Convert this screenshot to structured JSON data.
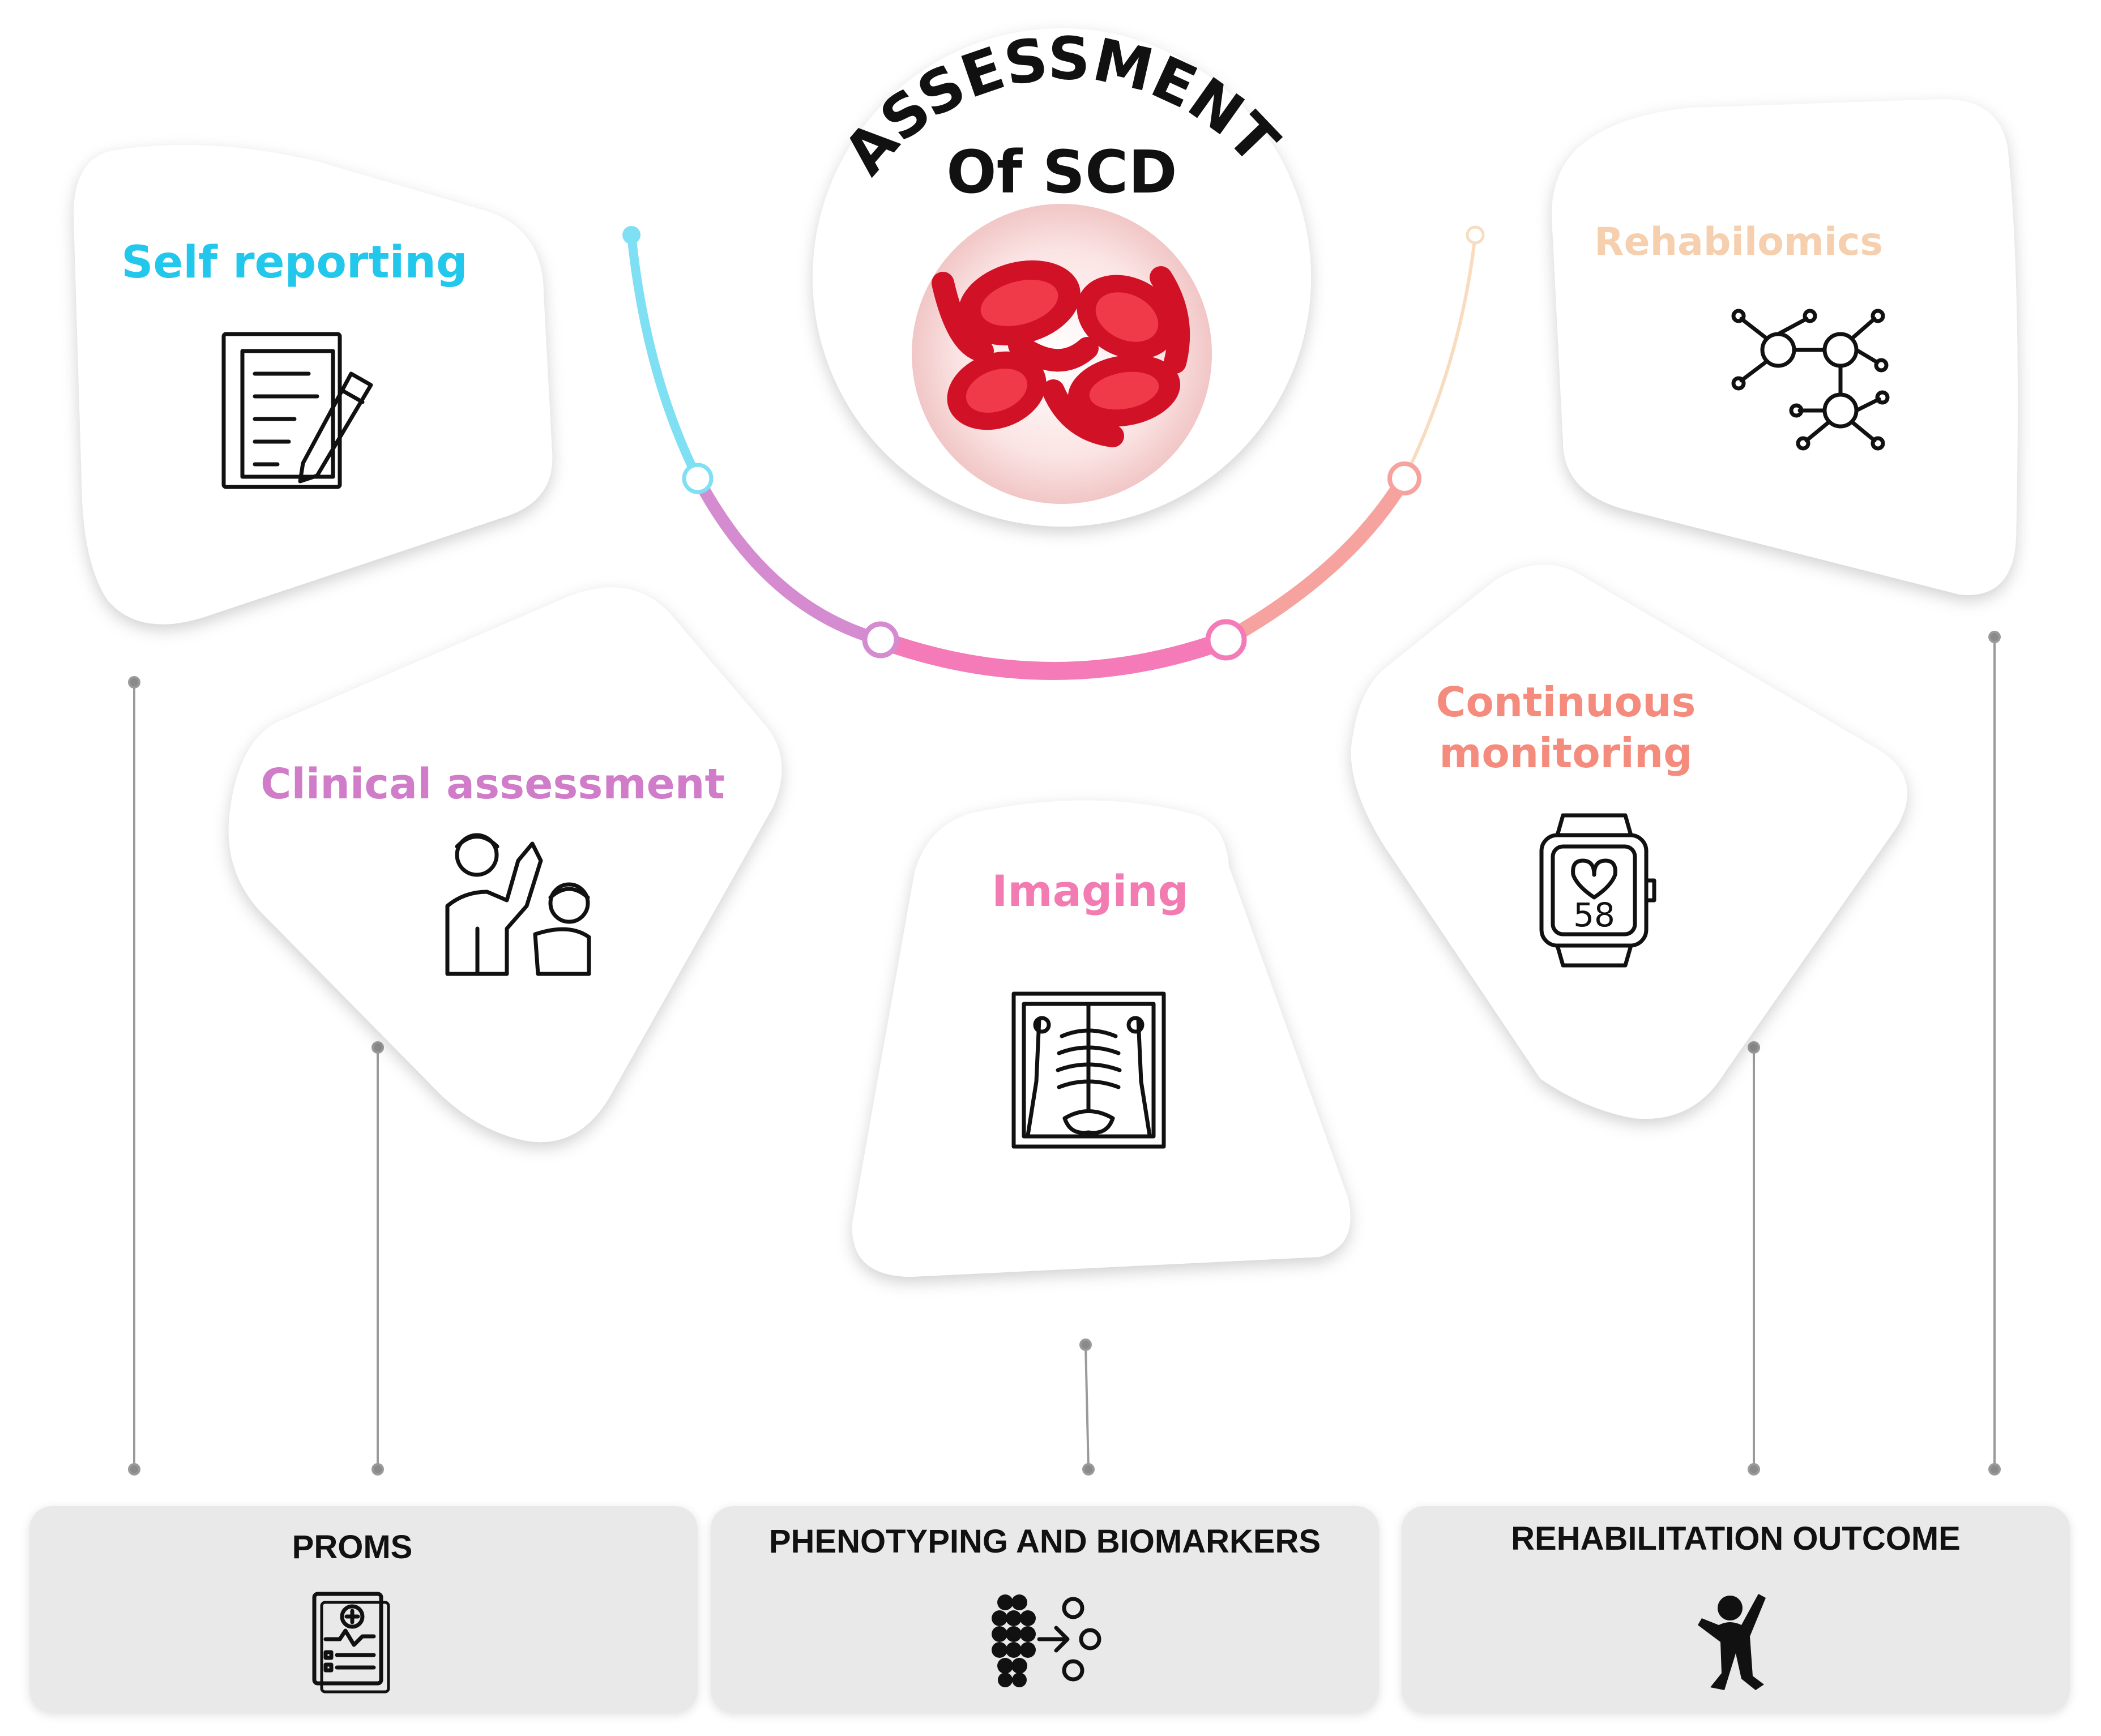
{
  "title": {
    "line1": "ASSESSMENT",
    "line2": "Of SCD"
  },
  "colors": {
    "self_reporting": "#22c7ec",
    "clinical": "#d07cc8",
    "imaging": "#f27bb1",
    "continuous": "#f48b7d",
    "rehabilomics": "#f5cfae",
    "blood_cell": "#e0192b",
    "panel_bg": "#e9e9e9",
    "connector": "#9a9a9a"
  },
  "cards": [
    {
      "id": "self_reporting",
      "label": "Self reporting",
      "icon": "document-pen-icon"
    },
    {
      "id": "clinical",
      "label": "Clinical assessment",
      "icon": "doctor-patient-icon"
    },
    {
      "id": "imaging",
      "label": "Imaging",
      "icon": "xray-icon"
    },
    {
      "id": "continuous",
      "label_lines": [
        "Continuous",
        "monitoring"
      ],
      "icon": "smartwatch-heart-icon",
      "heart_rate": "58"
    },
    {
      "id": "rehabilomics",
      "label": "Rehabilomics",
      "icon": "molecule-network-icon"
    }
  ],
  "outcomes": [
    {
      "label": "PROMS",
      "icon": "medical-report-icon"
    },
    {
      "label": "PHENOTYPING AND BIOMARKERS",
      "icon": "cells-arrow-icon"
    },
    {
      "label": "REHABILITATION OUTCOME",
      "icon": "jumping-person-icon"
    }
  ]
}
